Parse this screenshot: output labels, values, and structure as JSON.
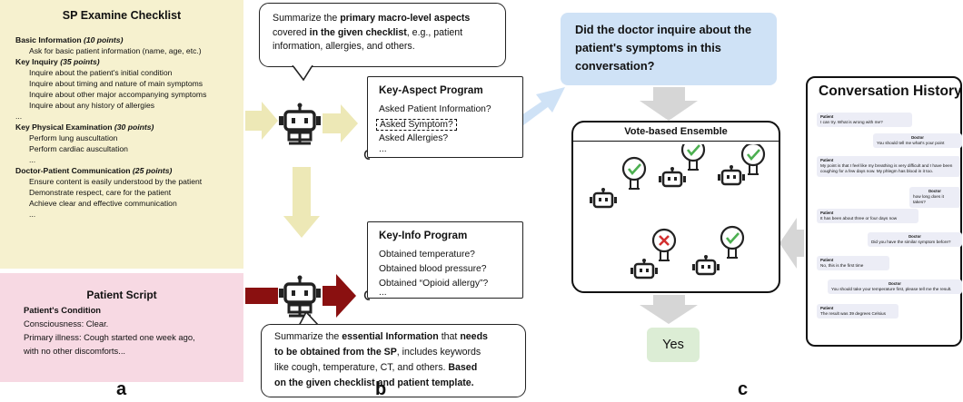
{
  "checklist": {
    "title": "SP Examine Checklist",
    "sections": [
      {
        "name": "Basic Information",
        "points": "(10 points)",
        "items": [
          "Ask for basic patient information (name, age, etc.)"
        ]
      },
      {
        "name": "Key Inquiry",
        "points": "(35 points)",
        "items": [
          "Inquire about the patient's initial condition",
          "Inquire about timing and nature of main symptoms",
          "Inquire about other major accompanying symptoms",
          "Inquire about any history of allergies",
          "..."
        ]
      },
      {
        "name": "Key Physical Examination",
        "points": "(30 points)",
        "items": [
          "Perform lung auscultation",
          "Perform cardiac auscultation",
          "..."
        ]
      },
      {
        "name": "Doctor-Patient Communication",
        "points": "(25 points)",
        "items": [
          "Ensure content is easily understood by the patient",
          "Demonstrate respect, care for the patient",
          "Achieve clear and effective communication",
          "..."
        ]
      }
    ]
  },
  "patient_script": {
    "title": "Patient Script",
    "heading": "Patient's Condition",
    "line1": "Consciousness: Clear.",
    "line2": "Primary illness: Cough started one week ago,",
    "line3": "with no other discomforts..."
  },
  "bubble_top": {
    "t1": "Summarize the ",
    "t2": "primary macro-level aspects",
    "t3": "covered ",
    "t4": "in the given checklist",
    "t5": ", e.g., patient",
    "t6": "information, allergies, and others."
  },
  "key_aspect": {
    "title": "Key-Aspect Program",
    "lines": [
      "Asked Patient Information?",
      "Asked Symptom?",
      "Asked Allergies?",
      "..."
    ]
  },
  "key_info": {
    "title": "Key-Info Program",
    "lines": [
      "Obtained temperature?",
      "Obtained blood pressure?",
      "Obtained “Opioid allergy”?",
      "..."
    ]
  },
  "bubble_bottom": {
    "l1a": "Summarize the ",
    "l1b": "essential Information",
    "l1c": " that ",
    "l1d": "needs",
    "l2a": "to be obtained from the SP",
    "l2b": ", includes keywords",
    "l3": "like cough, temperature, CT, and others. ",
    "l3b": "Based",
    "l4": "on the given checklist and patient template."
  },
  "question": "Did the doctor inquire about the patient's symptoms in this conversation?",
  "vote_title": "Vote-based Ensemble",
  "yes": "Yes",
  "conversation": {
    "title": "Conversation History",
    "messages": [
      {
        "who": "Patient",
        "text": "I can try. What is wrong with me?"
      },
      {
        "who": "Doctor",
        "text": "You should tell me what's your point"
      },
      {
        "who": "Patient",
        "text": "My point is that I feel like my breathing is very difficult and I have been coughing for a few days now. My phlegm has blood in it too."
      },
      {
        "who": "Doctor",
        "text": "how long does it takes?"
      },
      {
        "who": "Patient",
        "text": "It has been about three or four days now"
      },
      {
        "who": "Doctor",
        "text": "Did you have the similar symptom before?"
      },
      {
        "who": "Patient",
        "text": "No, this is the first time"
      },
      {
        "who": "Doctor",
        "text": "You should take your temperature first, please tell me the result."
      },
      {
        "who": "Patient",
        "text": "The result was 39 degrees Celsius"
      }
    ]
  },
  "labels": {
    "a": "a",
    "b": "b",
    "c": "c"
  },
  "colors": {
    "checklist_bg": "#f6f1cf",
    "script_bg": "#f7d9e3",
    "arrow_yellow": "#ede8b6",
    "arrow_red": "#8a1010",
    "question_bg": "#cfe2f6",
    "yes_bg": "#dcedd5",
    "check_green": "#4caf50",
    "cross_red": "#d32f2f"
  }
}
